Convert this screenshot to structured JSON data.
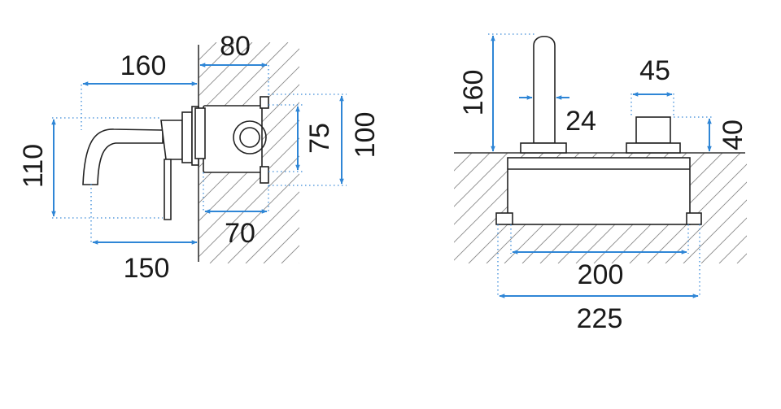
{
  "colors": {
    "dimension": "#2f86d6",
    "outline": "#222222",
    "hatch": "#8a8a8a",
    "background": "#ffffff"
  },
  "side_view": {
    "dims": {
      "width_160": "160",
      "depth_80": "80",
      "height_110": "110",
      "height_75": "75",
      "height_100": "100",
      "depth_70": "70",
      "width_150": "150"
    }
  },
  "front_view": {
    "dims": {
      "height_160": "160",
      "diameter_45": "45",
      "diameter_24": "24",
      "height_40": "40",
      "width_200": "200",
      "width_225": "225"
    }
  }
}
